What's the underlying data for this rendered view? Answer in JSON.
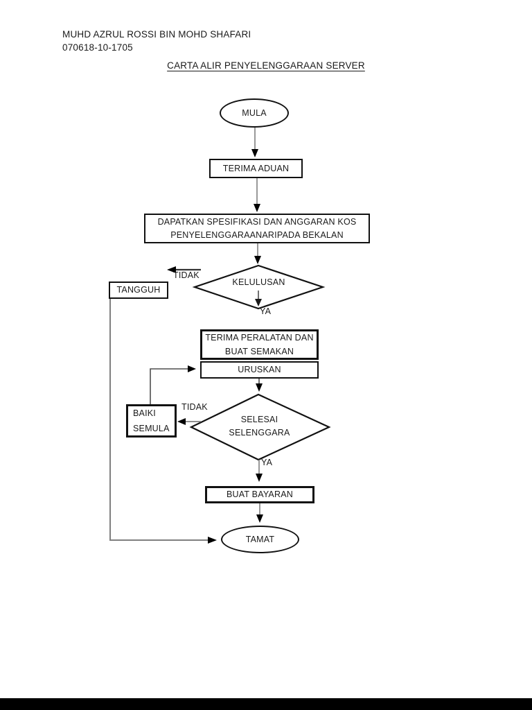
{
  "page": {
    "author_name": "MUHD AZRUL ROSSI BIN MOHD SHAFARI",
    "author_id": "070618-10-1705",
    "title": "CARTA ALIR PENYELENGGARAAN SERVER"
  },
  "flowchart": {
    "mula": "MULA",
    "terima_aduan": "TERIMA ADUAN",
    "dapatkan_line1": "DAPATKAN SPESIFIKASI DAN ANGGARAN KOS",
    "dapatkan_line2": "PENYELENGGARAANARIPADA BEKALAN",
    "kelulusan": "KELULUSAN",
    "kelulusan_tidak": "TIDAK",
    "kelulusan_ya": "YA",
    "tangguh": "TANGGUH",
    "terima_peralatan_line1": "TERIMA PERALATAN DAN",
    "terima_peralatan_line2": "BUAT SEMAKAN",
    "uruskan": "URUSKAN",
    "selesai_line1": "SELESAI",
    "selesai_line2": "SELENGGARA",
    "selesai_tidak": "TIDAK",
    "selesai_ya": "YA",
    "baiki_line1": "BAIKI",
    "baiki_line2": "SEMULA",
    "buat_bayaran": "BUAT BAYARAN",
    "tamat": "TAMAT"
  },
  "colors": {
    "shape_border": "#111111",
    "connector": "#7f7f7f",
    "arrowhead": "#000000",
    "text": "#1a1a1a",
    "footer_bar": "#000000"
  }
}
